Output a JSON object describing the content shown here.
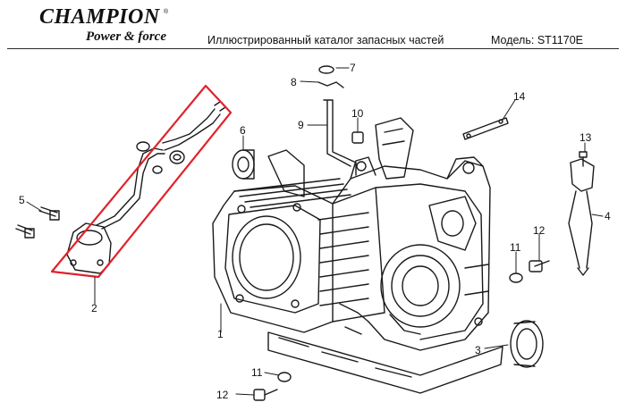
{
  "header": {
    "brand_logo": "CHAMPION",
    "brand_tagline": "Power & force",
    "brand_registered": "®",
    "catalog_title": "Иллюстрированный каталог запасных частей",
    "model_label": "Модель: ST1170E"
  },
  "diagram": {
    "highlight_color": "#e0222b",
    "line_color": "#1a1a1a",
    "callouts": [
      "1",
      "2",
      "3",
      "4",
      "5",
      "6",
      "7",
      "8",
      "9",
      "10",
      "11",
      "11",
      "12",
      "12",
      "13",
      "14"
    ]
  }
}
